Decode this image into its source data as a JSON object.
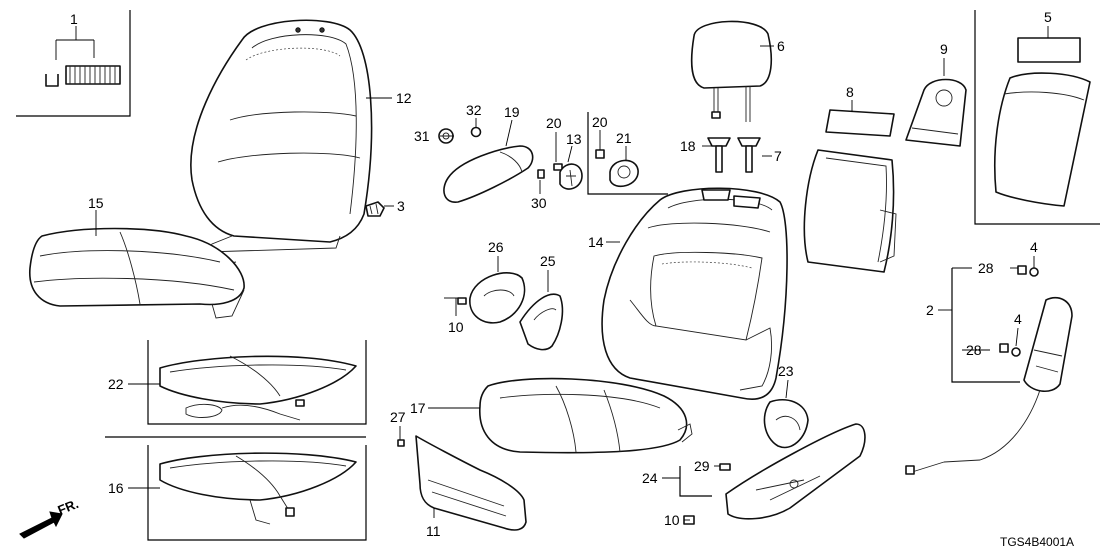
{
  "labels": {
    "1": "1",
    "2": "2",
    "3": "3",
    "4a": "4",
    "4b": "4",
    "5": "5",
    "6": "6",
    "7": "7",
    "8": "8",
    "9": "9",
    "10a": "10",
    "10b": "10",
    "11": "11",
    "12": "12",
    "13": "13",
    "14": "14",
    "15": "15",
    "16": "16",
    "17": "17",
    "18": "18",
    "19": "19",
    "20a": "20",
    "20b": "20",
    "21": "21",
    "22": "22",
    "23": "23",
    "24": "24",
    "25": "25",
    "26": "26",
    "27": "27",
    "28a": "28",
    "28b": "28",
    "29": "29",
    "30": "30",
    "31": "31",
    "32": "32"
  },
  "front_arrow": "FR.",
  "diagram_code": "TGS4B4001A"
}
